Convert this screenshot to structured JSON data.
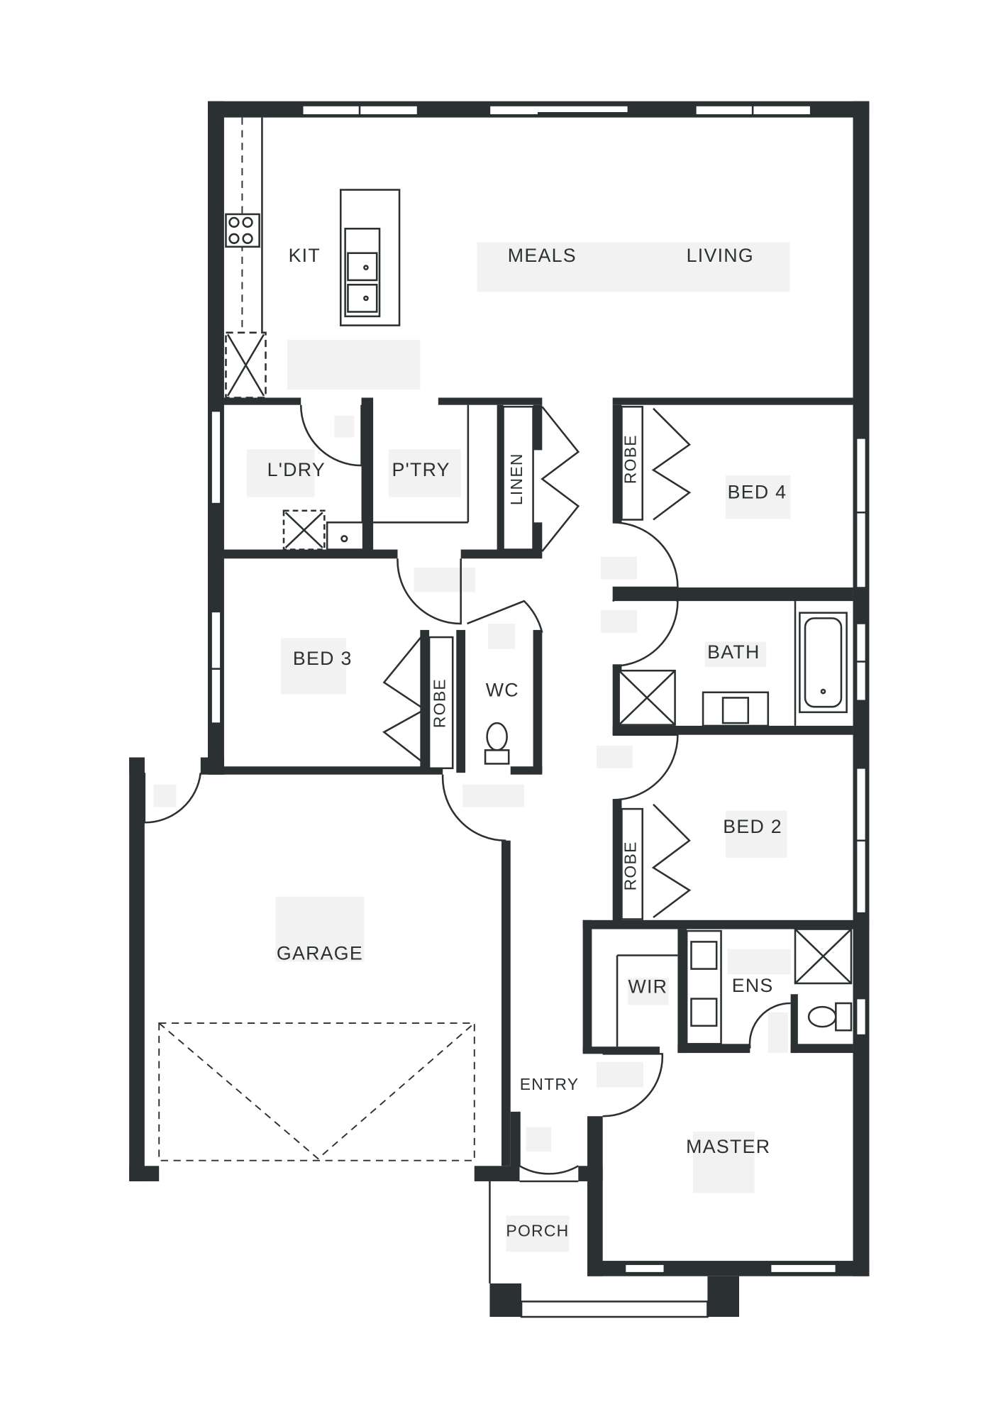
{
  "plan": {
    "wall_color": "#2b3033",
    "shade_color": "#f2f2f2",
    "rooms": {
      "kit": "KIT",
      "meals": "MEALS",
      "living": "LIVING",
      "ldry": "L'DRY",
      "ptry": "P'TRY",
      "linen": "LINEN",
      "robe_bed4": "ROBE",
      "bed4": "BED 4",
      "bath": "BATH",
      "bed3": "BED 3",
      "robe_bed3": "ROBE",
      "wc": "WC",
      "bed2": "BED 2",
      "robe_bed2": "ROBE",
      "garage": "GARAGE",
      "wir": "WIR",
      "ens": "ENS",
      "entry": "ENTRY",
      "master": "MASTER",
      "porch": "PORCH"
    }
  }
}
